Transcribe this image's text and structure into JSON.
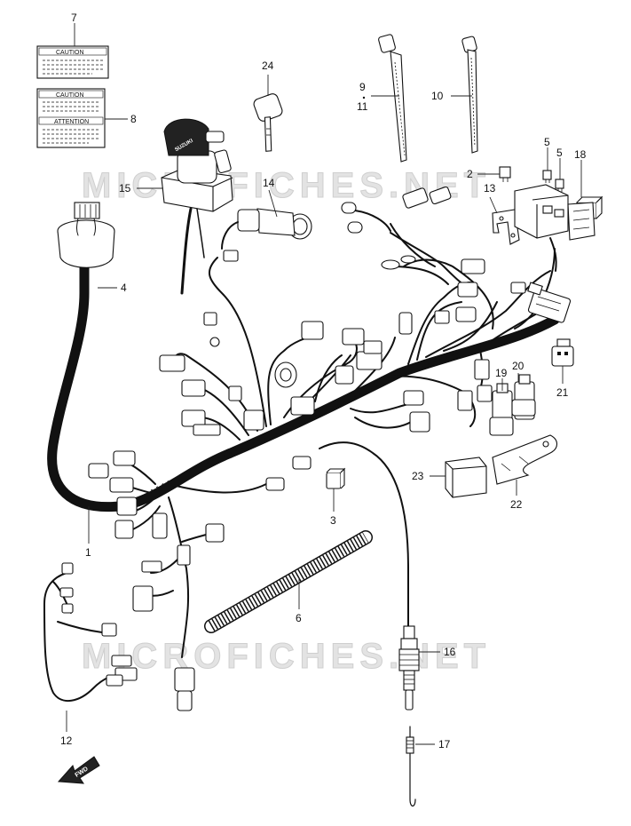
{
  "watermarks": [
    "MICROFICHES.NET",
    "MICROFICHES.NET"
  ],
  "callouts": [
    "7",
    "8",
    "24",
    "9",
    "11",
    "10",
    "2",
    "5",
    "5",
    "18",
    "13",
    "15",
    "14",
    "4",
    "21",
    "19",
    "20",
    "23",
    "22",
    "3",
    "1",
    "6",
    "16",
    "17",
    "12"
  ],
  "sticker_caution": "CAUTION",
  "sticker_caution_2": "CAUTION",
  "sticker_attention": "ATTENTION",
  "ignition_brand": "SUZUKI",
  "fwd_label": "FWD"
}
